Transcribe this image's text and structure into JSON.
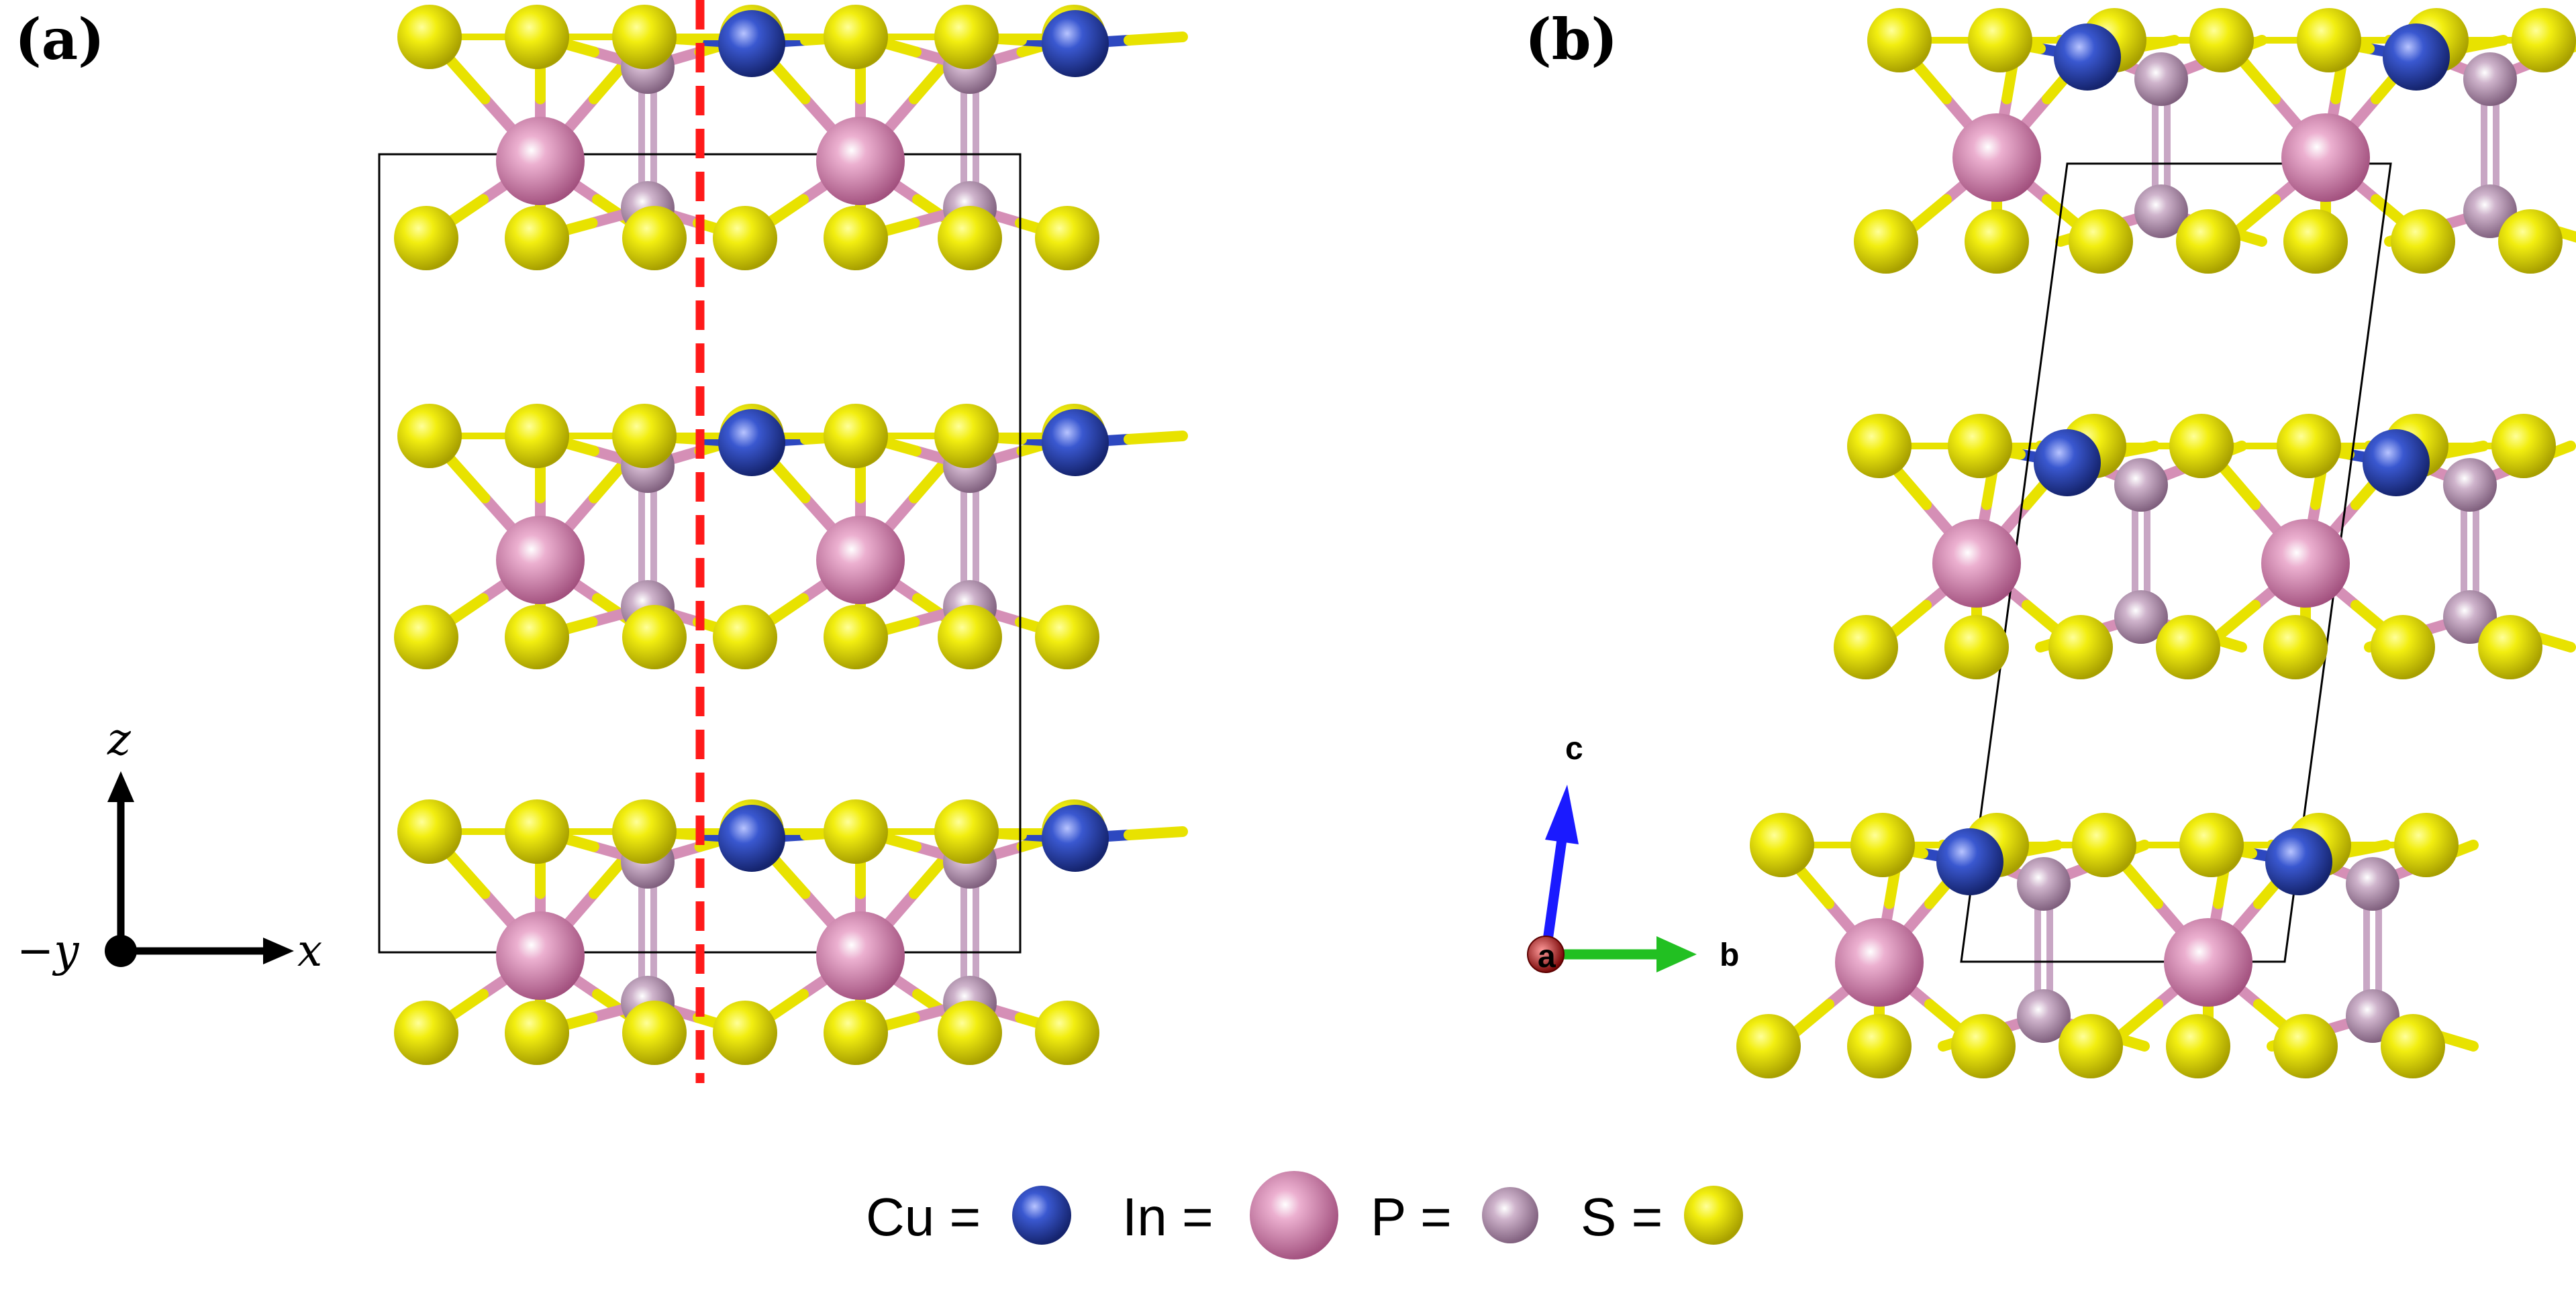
{
  "panels": {
    "a_label": "(a)",
    "b_label": "(b)"
  },
  "axes_a": {
    "z_label": "z",
    "x_label": "x",
    "neg_y_label": "−y"
  },
  "axes_b": {
    "c_label": "c",
    "b_label": "b",
    "a_label": "a"
  },
  "legend": {
    "cu_label": "Cu =",
    "in_label": "In =",
    "p_label": "P =",
    "s_label": "S ="
  },
  "colors": {
    "Cu": "#2e48b8",
    "In": "#d07aa8",
    "P": "#b894b4",
    "S": "#e6e000",
    "bond_In": "#d58fb6",
    "bond_Cu": "#2d48c0",
    "bond_S": "#e8e200",
    "mirror_line": "#ff1a1a",
    "axis_c": "#1a1aff",
    "axis_b": "#22c022",
    "axis_a": "#c01818"
  }
}
